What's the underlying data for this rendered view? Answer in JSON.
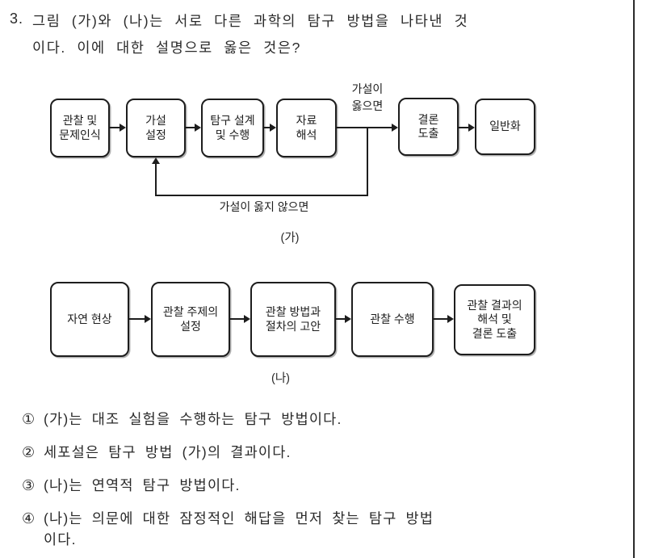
{
  "question": {
    "number": "3.",
    "line1": "그림 (가)와 (나)는 서로 다른 과학의 탐구 방법을 나타낸 것",
    "line2": "이다. 이에 대한 설명으로 옳은 것은?"
  },
  "diagram_a": {
    "label": "(가)",
    "boxes": [
      {
        "label": "관찰 및\n문제인식"
      },
      {
        "label": "가설\n설정"
      },
      {
        "label": "탐구 설계\n및 수행"
      },
      {
        "label": "자료\n해석"
      },
      {
        "label": "결론\n도출"
      },
      {
        "label": "일반화"
      }
    ],
    "branch_true": "가설이\n옳으면",
    "branch_false": "가설이 옳지 않으면"
  },
  "diagram_b": {
    "label": "(나)",
    "boxes": [
      {
        "label": "자연 현상"
      },
      {
        "label": "관찰 주제의\n설정"
      },
      {
        "label": "관찰 방법과\n절차의 고안"
      },
      {
        "label": "관찰 수행"
      },
      {
        "label": "관찰 결과의\n해석 및\n결론 도출"
      }
    ]
  },
  "choices": [
    {
      "number": "①",
      "line1": "(가)는 대조 실험을 수행하는 탐구 방법이다.",
      "line2": ""
    },
    {
      "number": "②",
      "line1": "세포설은 탐구 방법 (가)의 결과이다.",
      "line2": ""
    },
    {
      "number": "③",
      "line1": "(나)는 연역적 탐구 방법이다.",
      "line2": ""
    },
    {
      "number": "④",
      "line1": "(나)는 의문에 대한 잠정적인 해답을 먼저 찾는 탐구 방법",
      "line2": "이다."
    }
  ],
  "colors": {
    "ink": "#1d1d1d",
    "background": "#ffffff"
  }
}
